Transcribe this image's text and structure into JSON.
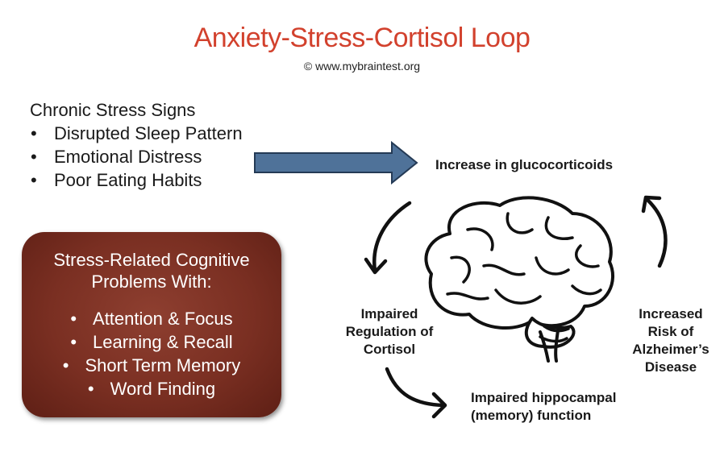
{
  "title": "Anxiety-Stress-Cortisol Loop",
  "copyright": "© www.mybraintest.org",
  "colors": {
    "title": "#d2412d",
    "arrow_fill": "#4f7299",
    "arrow_stroke": "#243a55",
    "box_fill": "#7a2f22"
  },
  "chronic_stress": {
    "heading": "Chronic Stress Signs",
    "items": [
      "Disrupted Sleep Pattern",
      "Emotional Distress",
      "Poor Eating Habits"
    ]
  },
  "cognitive_box": {
    "heading_line1": "Stress-Related Cognitive",
    "heading_line2": "Problems With:",
    "items": [
      "Attention & Focus",
      "Learning & Recall",
      "Short Term Memory",
      "Word Finding"
    ]
  },
  "cycle": {
    "glucocorticoids": "Increase in glucocorticoids",
    "regulation": [
      "Impaired",
      "Regulation of",
      "Cortisol"
    ],
    "hippocampal": [
      "Impaired hippocampal",
      "(memory) function"
    ],
    "alzheimers": [
      "Increased",
      "Risk of",
      "Alzheimer’s",
      "Disease"
    ]
  }
}
